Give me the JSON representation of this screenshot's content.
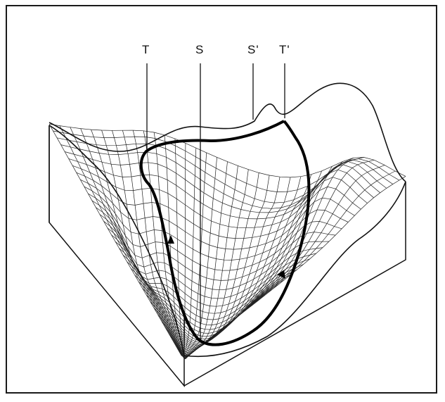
{
  "labels": {
    "T": "T",
    "S": "S",
    "S_prime": "S'",
    "T_prime": "T'"
  },
  "colors": {
    "ink": "#111111",
    "background": "#ffffff"
  }
}
